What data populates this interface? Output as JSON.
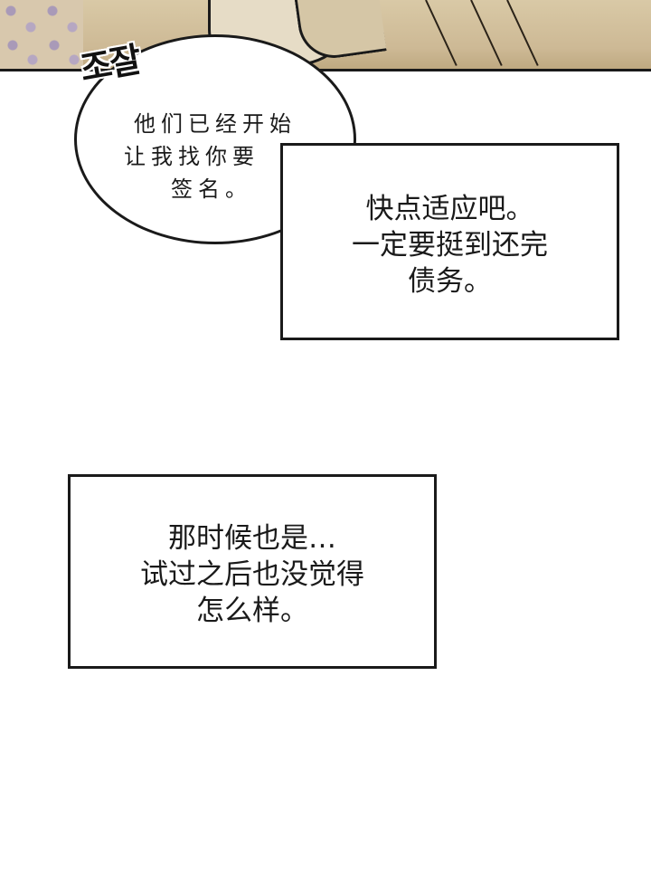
{
  "sfx": {
    "text": "조잘"
  },
  "speech_bubble": {
    "lines": [
      "他们已经开始",
      "让我找你要",
      "签名。"
    ]
  },
  "caption_1": {
    "lines": [
      "快点适应吧。",
      "一定要挺到还完",
      "债务。"
    ]
  },
  "caption_2": {
    "lines": [
      "那时候也是…",
      "试过之后也没觉得",
      "怎么样。"
    ]
  }
}
